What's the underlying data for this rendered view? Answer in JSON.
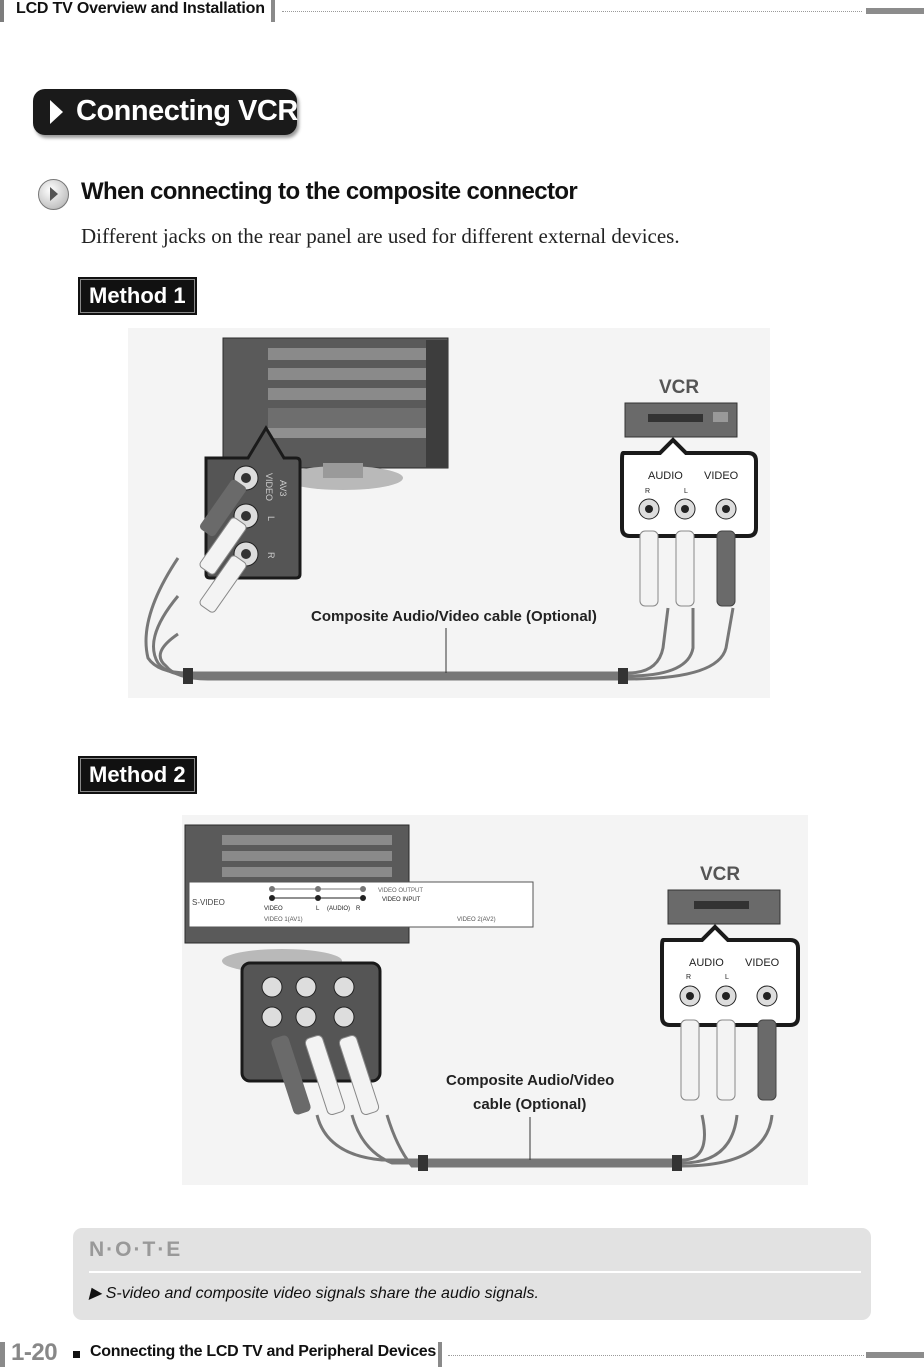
{
  "header": {
    "title": "LCD TV Overview and Installation"
  },
  "section": {
    "title": "Connecting VCR"
  },
  "subsection": {
    "title": "When connecting to the composite connector",
    "description": "Different jacks on the rear panel are used for different external devices."
  },
  "method1": {
    "label": "Method 1",
    "vcr_label": "VCR",
    "audio_label": "AUDIO",
    "video_label": "VIDEO",
    "r_label": "R",
    "l_label": "L",
    "cable_label": "Composite Audio/Video cable (Optional)",
    "panel_labels": [
      "VIDEO",
      "AV3",
      "L",
      "R"
    ]
  },
  "method2": {
    "label": "Method 2",
    "vcr_label": "VCR",
    "audio_label": "AUDIO",
    "video_label": "VIDEO",
    "r_label": "R",
    "l_label": "L",
    "cable_label_line1": "Composite Audio/Video",
    "cable_label_line2": "cable (Optional)",
    "panel": {
      "s_video": "S-VIDEO",
      "video": "VIDEO",
      "l": "L",
      "audio": "(AUDIO)",
      "r": "R",
      "video_output": "VIDEO OUTPUT",
      "video_input": "VIDEO INPUT",
      "video1": "VIDEO 1(AV1)",
      "video2": "VIDEO 2(AV2)"
    }
  },
  "note": {
    "title": "N·O·T·E",
    "text": "▶ S-video and composite video signals share the audio signals."
  },
  "footer": {
    "page": "1-20",
    "title": "Connecting the LCD TV and Peripheral Devices"
  }
}
